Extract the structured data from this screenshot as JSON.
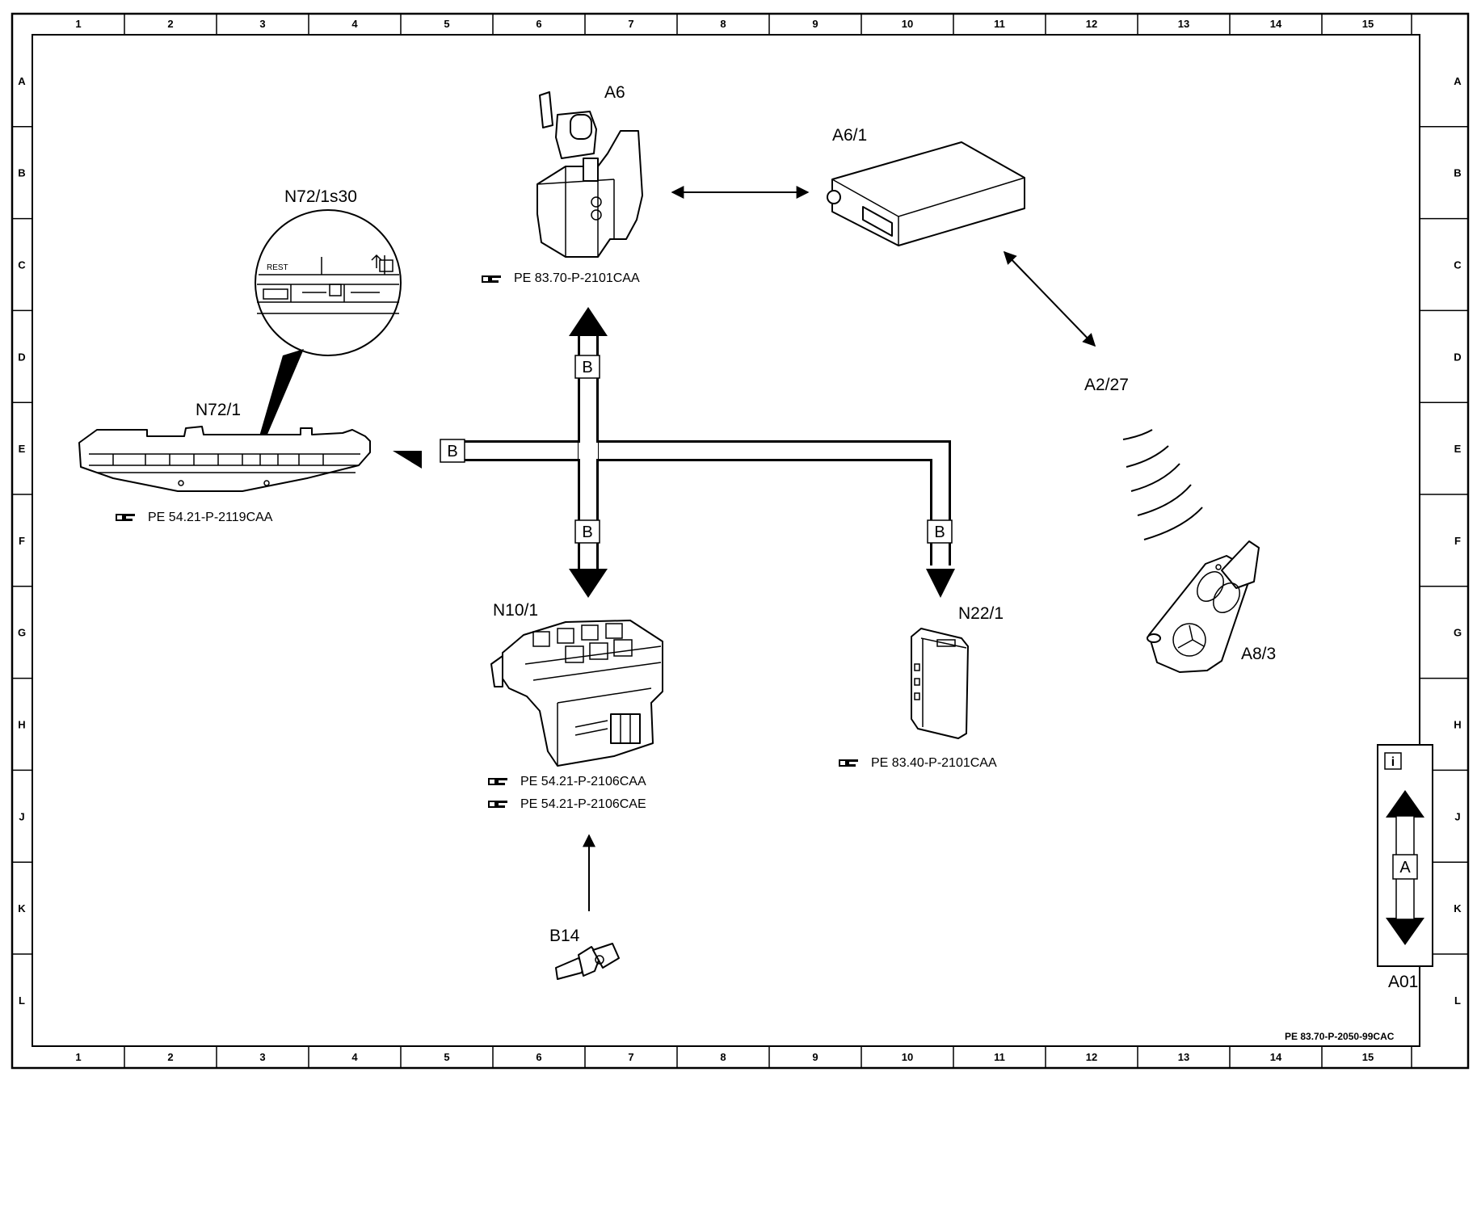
{
  "grid": {
    "columns": [
      "1",
      "2",
      "3",
      "4",
      "5",
      "6",
      "7",
      "8",
      "9",
      "10",
      "11",
      "12",
      "13",
      "14",
      "15"
    ],
    "rows": [
      "A",
      "B",
      "C",
      "D",
      "E",
      "F",
      "G",
      "H",
      "J",
      "K",
      "L"
    ]
  },
  "bus_label": "B",
  "legend": {
    "label": "A01",
    "arrow_label": "A",
    "info_icon": "info-icon"
  },
  "document_id": "PE 83.70-P-2050-99CAC",
  "ref_icon": "pointing-hand-icon",
  "components": {
    "a6": {
      "label": "A6",
      "refs": [
        "PE 83.70-P-2101CAA"
      ]
    },
    "a6_1": {
      "label": "A6/1",
      "refs": []
    },
    "n72_1s30": {
      "label": "N72/1s30",
      "refs": [],
      "texts": [
        "REST"
      ]
    },
    "n72_1": {
      "label": "N72/1",
      "refs": [
        "PE 54.21-P-2119CAA"
      ]
    },
    "n10_1": {
      "label": "N10/1",
      "refs": [
        "PE 54.21-P-2106CAA",
        "PE 54.21-P-2106CAE"
      ]
    },
    "n22_1": {
      "label": "N22/1",
      "refs": [
        "PE 83.40-P-2101CAA"
      ]
    },
    "a2_27": {
      "label": "A2/27",
      "refs": []
    },
    "a8_3": {
      "label": "A8/3",
      "refs": []
    },
    "b14": {
      "label": "B14",
      "refs": []
    }
  }
}
